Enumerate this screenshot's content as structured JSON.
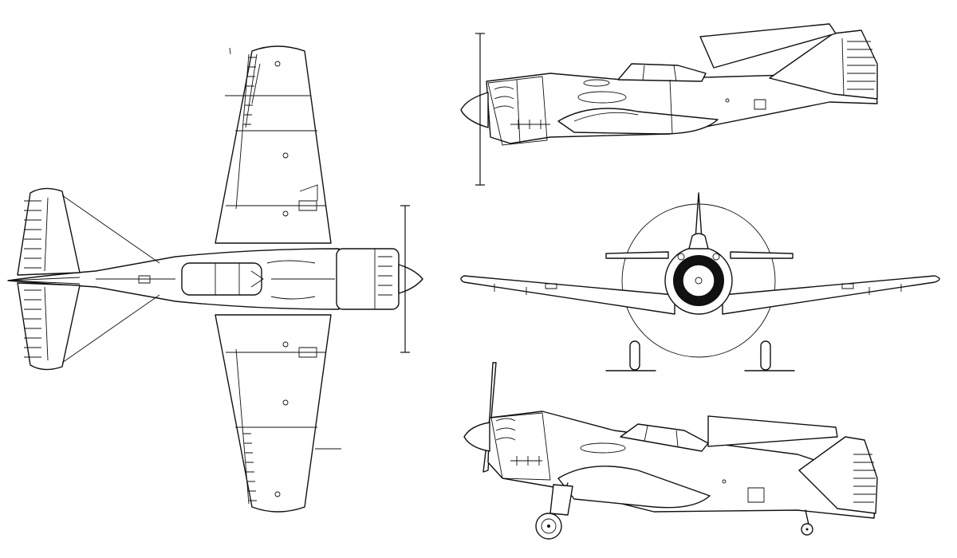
{
  "drawing": {
    "kind": "three-view aircraft line drawing",
    "views": [
      "plan-view",
      "side-view",
      "front-view",
      "side-view-ground"
    ],
    "background_color": "#ffffff",
    "line_color": "#111111"
  }
}
